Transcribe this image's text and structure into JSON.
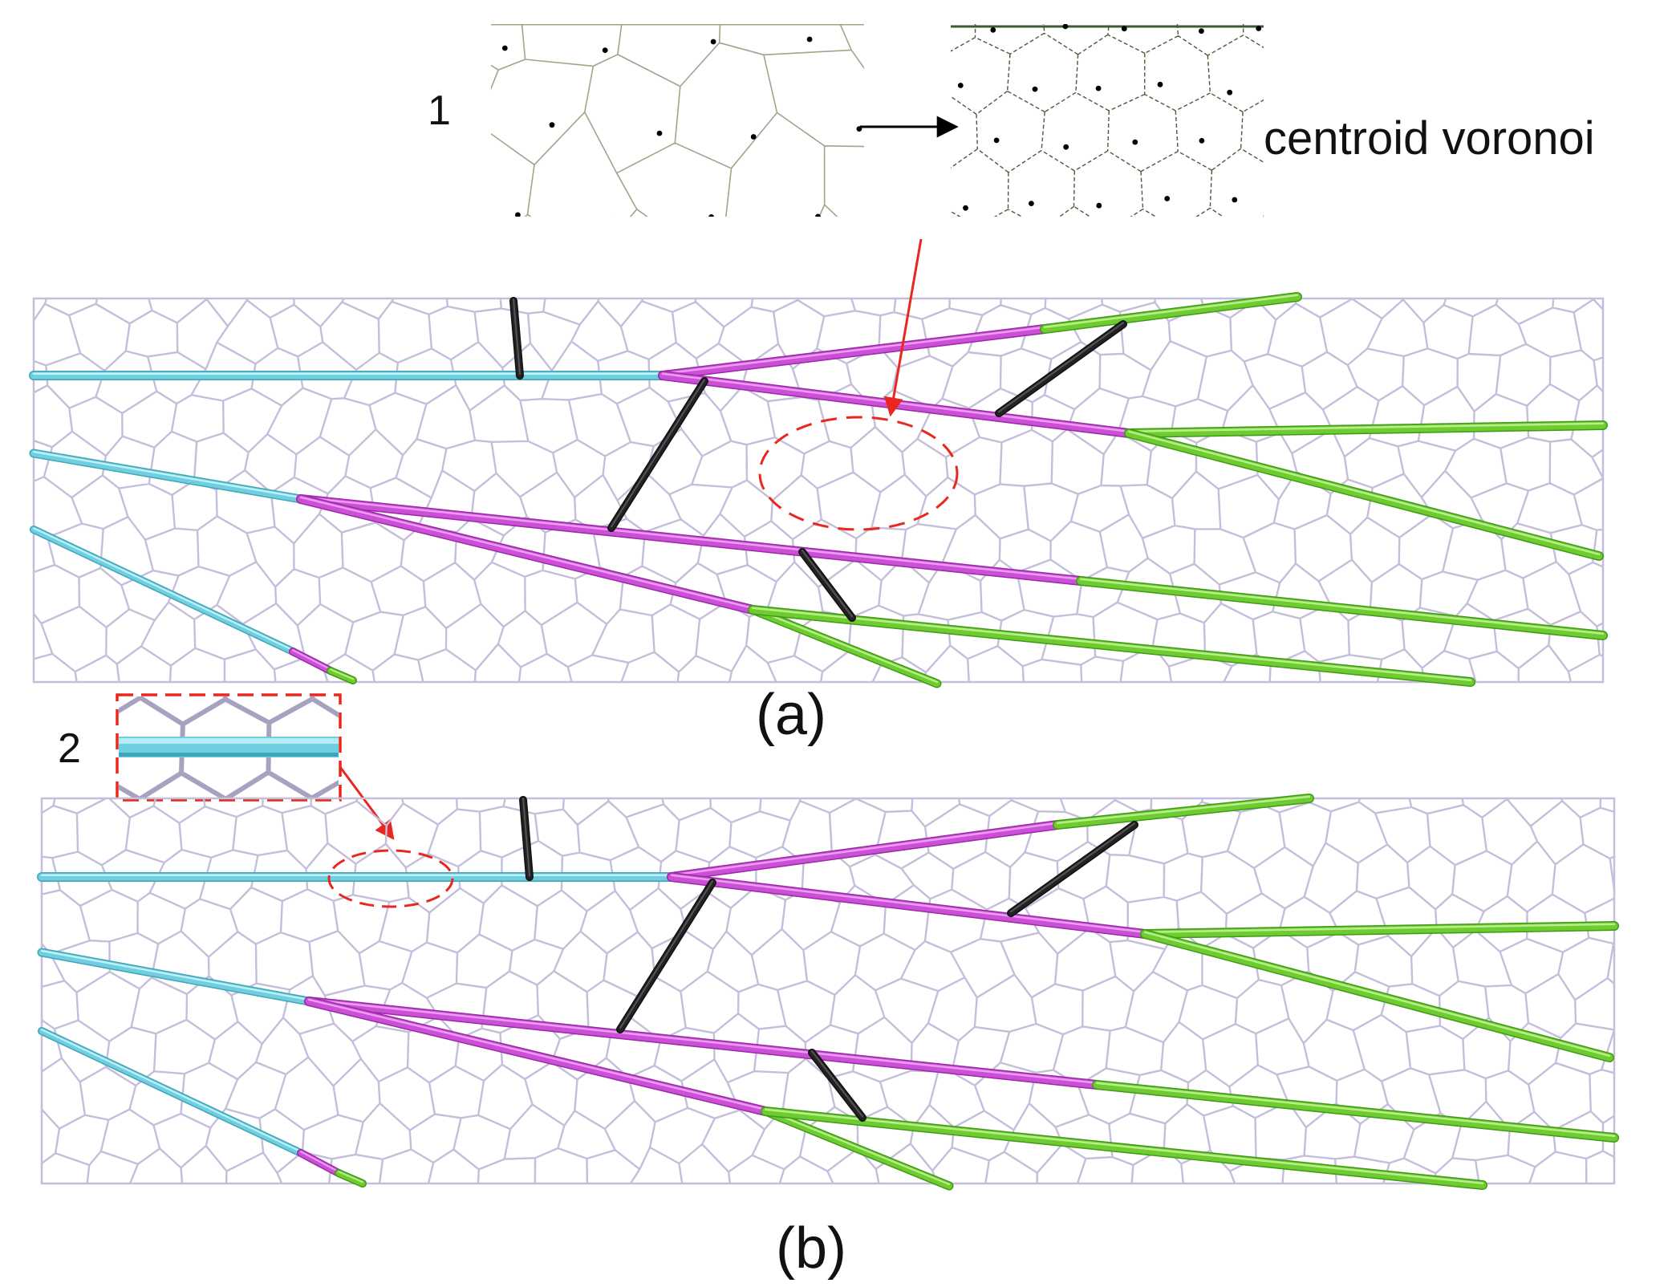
{
  "labels": {
    "step1": "1",
    "step2": "2",
    "centroid_text": "centroid voronoi",
    "panel_a": "(a)",
    "panel_b": "(b)"
  },
  "colors": {
    "mesh": "#c4bedb",
    "mesh_small_left": "#9aa88a",
    "mesh_small_right": "#4a5a3a",
    "cyan": "#6fcfe0",
    "magenta": "#cc4fd8",
    "green": "#6fcc30",
    "black": "#222222",
    "callout": "#e8281e",
    "arrow": "#000000"
  },
  "icons": {
    "arrow_right": "arrow-right-icon",
    "callout_arrow": "red-arrow-icon"
  }
}
